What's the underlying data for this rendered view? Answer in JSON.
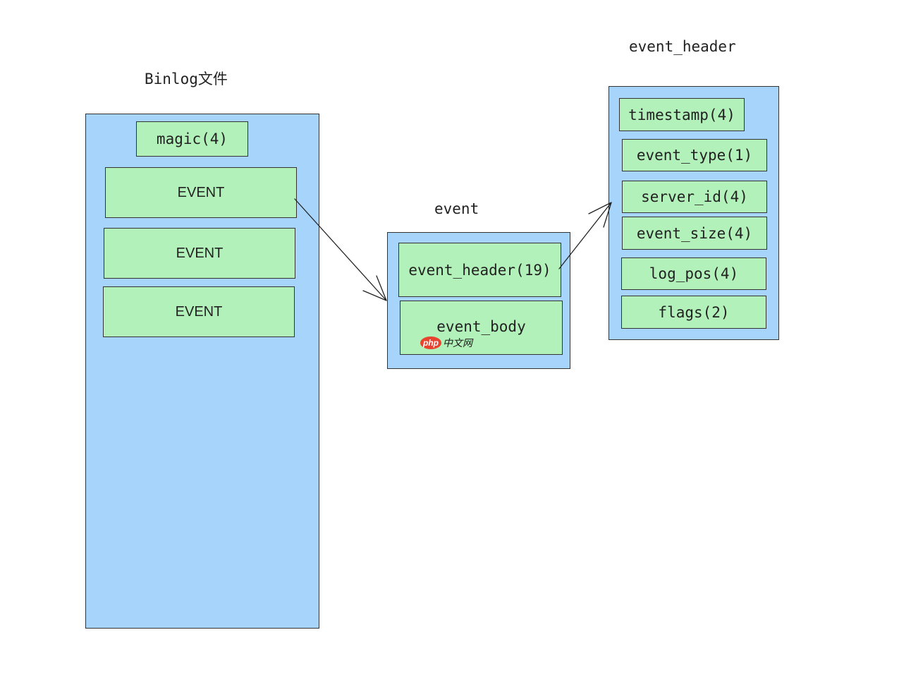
{
  "binlog": {
    "title": "Binlog文件",
    "magic": "magic(4)",
    "events": [
      "EVENT",
      "EVENT",
      "EVENT"
    ]
  },
  "event": {
    "title": "event",
    "header": "event_header(19)",
    "body": "event_body"
  },
  "event_header": {
    "title": "event_header",
    "fields": [
      "timestamp(4)",
      "event_type(1)",
      "server_id(4)",
      "event_size(4)",
      "log_pos(4)",
      "flags(2)"
    ]
  },
  "watermark": {
    "logo": "php",
    "text": "中文网"
  },
  "colors": {
    "container_fill": "#a6d4fb",
    "box_fill": "#b2f1b9",
    "watermark_logo": "#e8432e"
  }
}
